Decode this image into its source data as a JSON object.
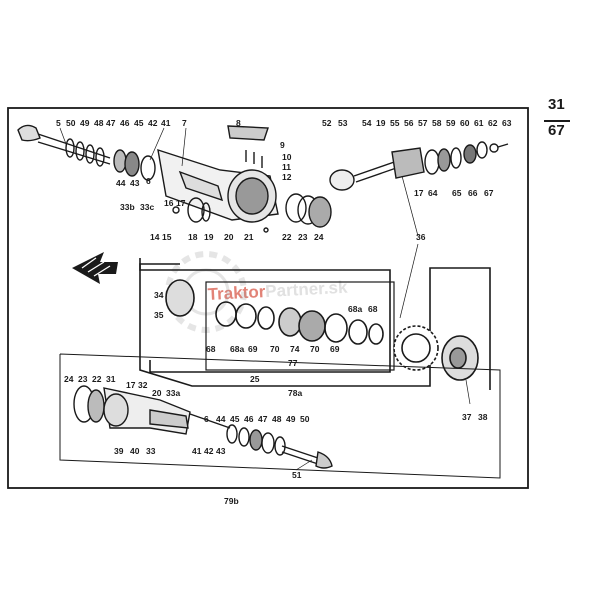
{
  "page_number": {
    "top": "31",
    "bottom": "67"
  },
  "watermark": {
    "part1": "Traktor",
    "part2": "Partner",
    "suffix": ".sk"
  },
  "callouts": {
    "top_left": [
      "5",
      "50",
      "49",
      "48",
      "47",
      "46",
      "45",
      "42",
      "41",
      "7"
    ],
    "left_lower": [
      "44",
      "43",
      "6",
      "33b",
      "33c",
      "16",
      "17",
      "14",
      "15",
      "18",
      "19"
    ],
    "housing": [
      "8",
      "9",
      "10",
      "11",
      "12",
      "20",
      "21"
    ],
    "center_top": [
      "52",
      "53",
      "22",
      "23",
      "24"
    ],
    "right_top": [
      "54",
      "19",
      "55",
      "56",
      "57",
      "58",
      "59",
      "60",
      "61",
      "62",
      "63",
      "17",
      "64",
      "65",
      "66",
      "67"
    ],
    "center": [
      "36",
      "34",
      "35",
      "68",
      "68a",
      "69",
      "70",
      "74",
      "70",
      "69",
      "68a",
      "68",
      "77",
      "25",
      "78a"
    ],
    "bottom_left": [
      "24",
      "23",
      "22",
      "31",
      "17",
      "32",
      "20",
      "33a",
      "39",
      "40",
      "33",
      "6"
    ],
    "bottom_right": [
      "44",
      "45",
      "46",
      "47",
      "48",
      "49",
      "50",
      "41",
      "42",
      "43",
      "51",
      "37",
      "38"
    ],
    "footer": "79b"
  }
}
